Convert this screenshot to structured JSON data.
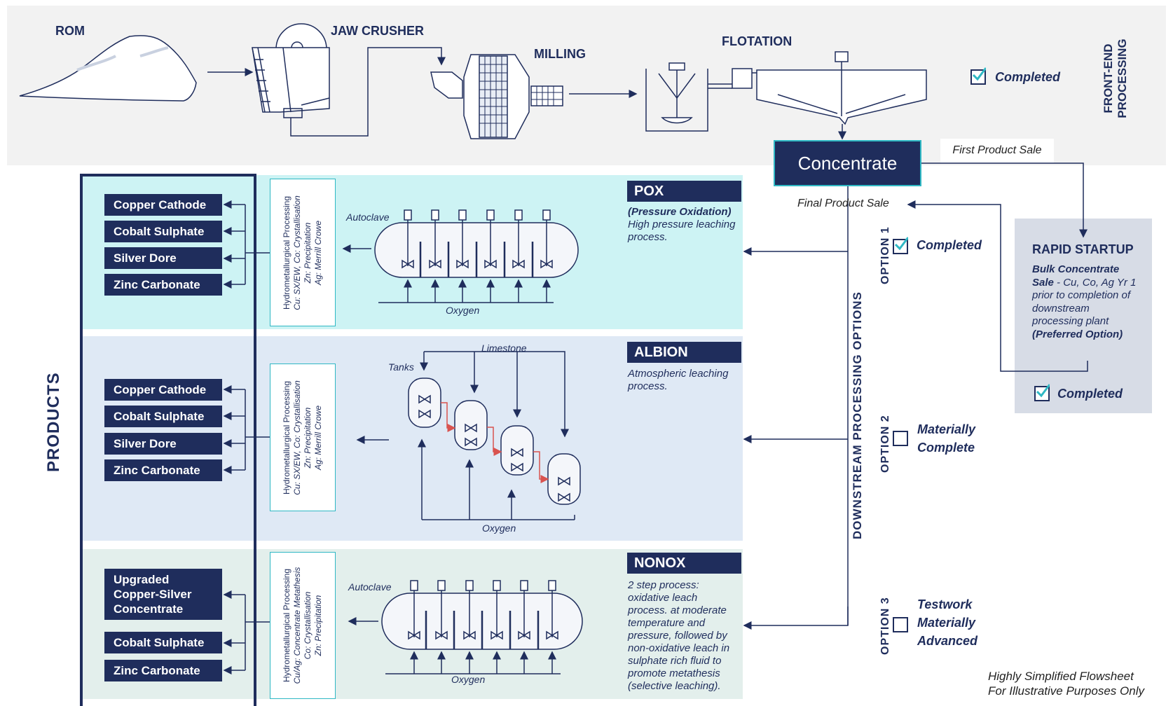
{
  "front_end": {
    "rom_label": "ROM",
    "jaw_crusher_label": "JAW CRUSHER",
    "milling_label": "MILLING",
    "flotation_label": "FLOTATION",
    "status": "Completed",
    "section_label": "FRONT-END PROCESSING"
  },
  "concentrate": {
    "label": "Concentrate",
    "first_product_sale": "First Product Sale",
    "final_product_sale": "Final Product Sale"
  },
  "rapid_startup": {
    "title": "RAPID STARTUP",
    "desc_bold": "Bulk Concentrate Sale",
    "desc_rest": " - Cu, Co, Ag Yr 1 prior to completion of downstream processing plant ",
    "desc_preferred": "(Preferred Option)",
    "status": "Completed"
  },
  "products": {
    "label": "PRODUCTS",
    "pox": [
      "Copper Cathode",
      "Cobalt Sulphate",
      "Silver Dore",
      "Zinc Carbonate"
    ],
    "albion": [
      "Copper Cathode",
      "Cobalt Sulphate",
      "Silver Dore",
      "Zinc Carbonate"
    ],
    "nonox": [
      "Upgraded Copper-Silver Concentrate",
      "Cobalt Sulphate",
      "Zinc Carbonate"
    ]
  },
  "hydro": {
    "pox": [
      "Hydrometallurgical Processing",
      "Cu: SX/EW, Co: Crystallisation",
      "Zn: Precipitation",
      "Ag: Merrill Crowe"
    ],
    "albion": [
      "Hydrometallurgical Processing",
      "Cu: SX/EW, Co: Crystallisation",
      "Zn: Precipitation",
      "Ag: Merrill Crowe"
    ],
    "nonox": [
      "Hydrometallurgical Processing",
      "Cu/Ag: Concentrate Metathesis",
      "Co: Crystallisation",
      "Zn: Precipitation"
    ]
  },
  "pox": {
    "title": "POX",
    "desc_bold": "(Pressure Oxidation)",
    "desc": "High pressure leaching process.",
    "autoclave_label": "Autoclave",
    "oxygen_label": "Oxygen"
  },
  "albion": {
    "title": "ALBION",
    "desc": "Atmospheric leaching process.",
    "limestone_label": "Limestone",
    "tanks_label": "Tanks",
    "oxygen_label": "Oxygen"
  },
  "nonox": {
    "title": "NONOX",
    "desc": "2 step process: oxidative leach process. at moderate temperature and pressure, followed by non-oxidative leach in sulphate rich fluid to promote metathesis (selective leaching).",
    "autoclave_label": "Autoclave",
    "oxygen_label": "Oxygen"
  },
  "downstream": {
    "label": "DOWNSTREAM  PROCESSING OPTIONS",
    "option1": {
      "label": "OPTION 1",
      "status": "Completed",
      "checked": true
    },
    "option2": {
      "label": "OPTION 2",
      "status_line1": "Materially",
      "status_line2": "Complete",
      "checked": false
    },
    "option3": {
      "label": "OPTION 3",
      "status_line1": "Testwork",
      "status_line2": "Materially",
      "status_line3": "Advanced",
      "checked": false
    }
  },
  "footnote": {
    "line1": "Highly Simplified Flowsheet",
    "line2": "For Illustrative Purposes Only"
  },
  "colors": {
    "navy": "#1f2d5c",
    "teal": "#2fb8c4",
    "red_arrow": "#d9534f",
    "pox_bg": "#cdf3f4",
    "albion_bg": "#dfe9f5",
    "nonox_bg": "#e3efec"
  }
}
